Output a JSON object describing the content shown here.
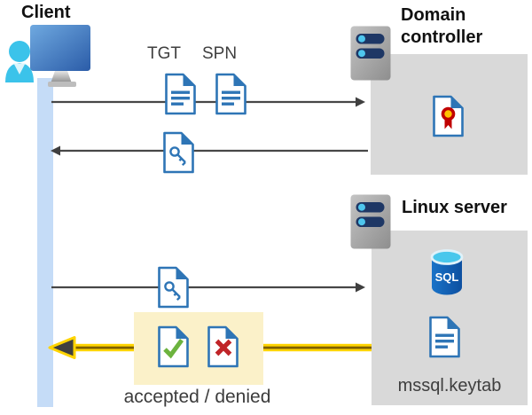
{
  "client": {
    "label": "Client"
  },
  "domain_controller": {
    "label": "Domain controller",
    "contains": [
      "certificate"
    ]
  },
  "linux_server": {
    "label": "Linux server",
    "sql_label": "SQL",
    "keytab_label": "mssql.keytab"
  },
  "flow": {
    "tgt_label": "TGT",
    "spn_label": "SPN",
    "result_label": "accepted / denied",
    "arrows": [
      {
        "from": "client",
        "to": "domain-controller",
        "direction": "right",
        "carries": [
          "TGT",
          "SPN"
        ],
        "style": "plain"
      },
      {
        "from": "domain-controller",
        "to": "client",
        "direction": "left",
        "carries": [
          "key-ticket"
        ],
        "style": "plain"
      },
      {
        "from": "client",
        "to": "linux-server",
        "direction": "right",
        "carries": [
          "key-ticket"
        ],
        "style": "plain"
      },
      {
        "from": "linux-server",
        "to": "client",
        "direction": "left",
        "carries": [
          "accepted",
          "denied"
        ],
        "style": "yellow-highlight"
      }
    ]
  },
  "icons": {
    "client-workstation-icon": "monitor with user silhouette",
    "server-icon": "gray server tower with two indicator bars",
    "document-icon": "blue-outlined page with text lines",
    "key-ticket-icon": "blue-outlined page with key",
    "certificate-icon": "page with red ribbon seal",
    "sql-database-icon": "blue cylinder labeled SQL",
    "accepted-icon": "page with green check mark",
    "denied-icon": "page with red X"
  },
  "colors": {
    "doc_blue": "#2E75B6",
    "lifeline_blue": "#C5DCF7",
    "box_gray": "#D9D9D9",
    "highlight_cream": "#FBF1C9",
    "arrow_dark": "#474747",
    "arrow_yellow": "#FFD400",
    "arrow_yellow_core": "#7F6000",
    "check_green": "#6CB33E",
    "cross_red": "#C02428",
    "cert_red": "#C00000",
    "cert_yellow": "#FFC000",
    "sql_blue": "#0D54A6",
    "cyan_accent": "#3BC3EA",
    "server_pill_navy": "#1E3765"
  }
}
